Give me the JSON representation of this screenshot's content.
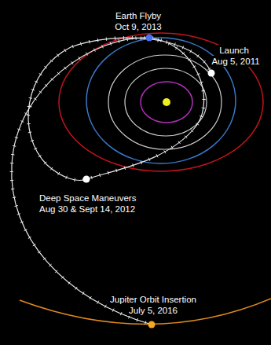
{
  "diagram": {
    "labels": [
      "Earth Flyby",
      "Oct 9, 2013",
      "Launch",
      "Aug 5, 2011",
      "Deep Space Maneuvers",
      "Aug 30 & Sept 14, 2012",
      "Jupiter Orbit Insertion",
      "July 5, 2016"
    ]
  }
}
